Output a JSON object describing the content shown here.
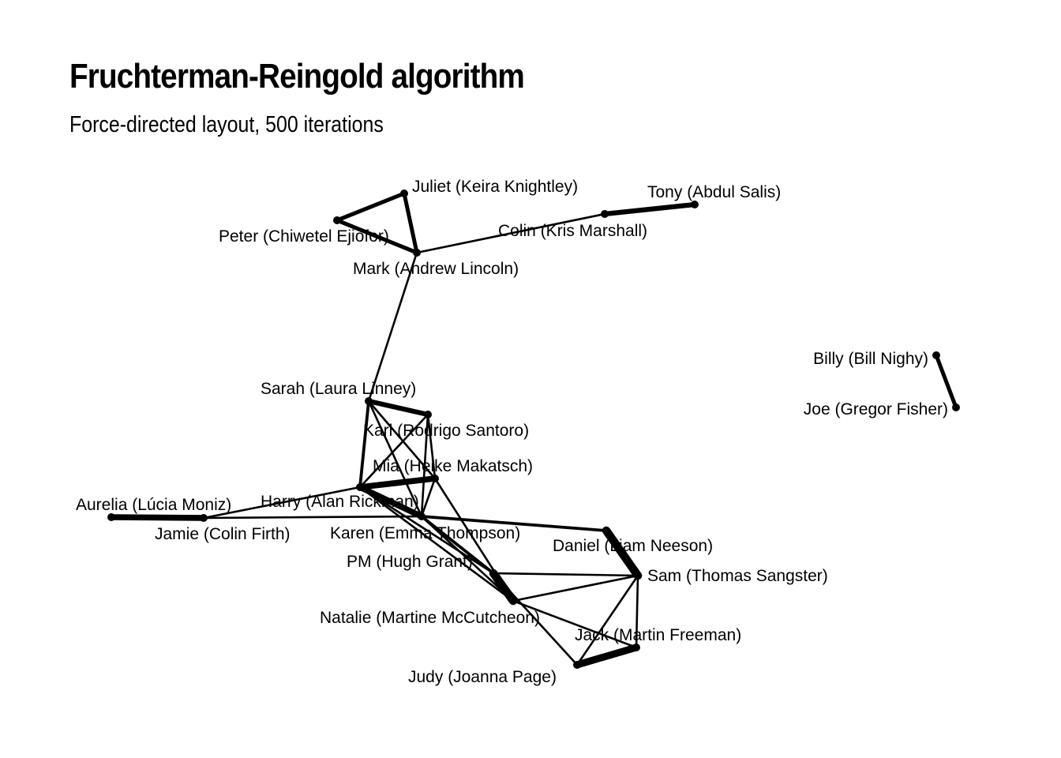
{
  "title": "Fruchterman-Reingold algorithm",
  "subtitle": "Force-directed layout, 500 iterations",
  "nodes": [
    {
      "id": "juliet",
      "label": "Juliet (Keira Knightley)"
    },
    {
      "id": "peter",
      "label": "Peter (Chiwetel Ejiofor)"
    },
    {
      "id": "mark",
      "label": "Mark (Andrew Lincoln)"
    },
    {
      "id": "colin",
      "label": "Colin (Kris Marshall)"
    },
    {
      "id": "tony",
      "label": "Tony (Abdul Salis)"
    },
    {
      "id": "billy",
      "label": "Billy (Bill Nighy)"
    },
    {
      "id": "joe",
      "label": "Joe (Gregor Fisher)"
    },
    {
      "id": "sarah",
      "label": "Sarah (Laura Linney)"
    },
    {
      "id": "karl",
      "label": "Karl (Rodrigo Santoro)"
    },
    {
      "id": "mia",
      "label": "Mia (Heike Makatsch)"
    },
    {
      "id": "harry",
      "label": "Harry (Alan Rickman)"
    },
    {
      "id": "aurelia",
      "label": "Aurelia (Lúcia Moniz)"
    },
    {
      "id": "jamie",
      "label": "Jamie (Colin Firth)"
    },
    {
      "id": "karen",
      "label": "Karen (Emma Thompson)"
    },
    {
      "id": "daniel",
      "label": "Daniel (Liam Neeson)"
    },
    {
      "id": "pm",
      "label": "PM (Hugh Grant)"
    },
    {
      "id": "sam",
      "label": "Sam (Thomas Sangster)"
    },
    {
      "id": "natalie",
      "label": "Natalie (Martine McCutcheon)"
    },
    {
      "id": "jack",
      "label": "Jack (Martin Freeman)"
    },
    {
      "id": "judy",
      "label": "Judy (Joanna Page)"
    }
  ],
  "edges": [
    {
      "source": "juliet",
      "target": "peter",
      "weight": 3
    },
    {
      "source": "juliet",
      "target": "mark",
      "weight": 3
    },
    {
      "source": "peter",
      "target": "mark",
      "weight": 3
    },
    {
      "source": "mark",
      "target": "colin",
      "weight": 1
    },
    {
      "source": "mark",
      "target": "sarah",
      "weight": 1
    },
    {
      "source": "colin",
      "target": "tony",
      "weight": 4
    },
    {
      "source": "billy",
      "target": "joe",
      "weight": 3
    },
    {
      "source": "sarah",
      "target": "karl",
      "weight": 4
    },
    {
      "source": "sarah",
      "target": "harry",
      "weight": 2
    },
    {
      "source": "sarah",
      "target": "mia",
      "weight": 1
    },
    {
      "source": "sarah",
      "target": "karen",
      "weight": 1
    },
    {
      "source": "karl",
      "target": "harry",
      "weight": 1
    },
    {
      "source": "karl",
      "target": "mia",
      "weight": 1
    },
    {
      "source": "karl",
      "target": "karen",
      "weight": 1
    },
    {
      "source": "mia",
      "target": "harry",
      "weight": 5
    },
    {
      "source": "mia",
      "target": "karen",
      "weight": 1
    },
    {
      "source": "mia",
      "target": "natalie",
      "weight": 1
    },
    {
      "source": "harry",
      "target": "karen",
      "weight": 5
    },
    {
      "source": "harry",
      "target": "jamie",
      "weight": 1
    },
    {
      "source": "harry",
      "target": "pm",
      "weight": 1
    },
    {
      "source": "harry",
      "target": "natalie",
      "weight": 1
    },
    {
      "source": "aurelia",
      "target": "jamie",
      "weight": 5
    },
    {
      "source": "jamie",
      "target": "karen",
      "weight": 1
    },
    {
      "source": "karen",
      "target": "daniel",
      "weight": 2
    },
    {
      "source": "karen",
      "target": "pm",
      "weight": 2
    },
    {
      "source": "karen",
      "target": "natalie",
      "weight": 1
    },
    {
      "source": "daniel",
      "target": "sam",
      "weight": 7
    },
    {
      "source": "pm",
      "target": "natalie",
      "weight": 7
    },
    {
      "source": "pm",
      "target": "sam",
      "weight": 1
    },
    {
      "source": "pm",
      "target": "judy",
      "weight": 1
    },
    {
      "source": "natalie",
      "target": "sam",
      "weight": 1
    },
    {
      "source": "natalie",
      "target": "jack",
      "weight": 1
    },
    {
      "source": "sam",
      "target": "jack",
      "weight": 1
    },
    {
      "source": "sam",
      "target": "judy",
      "weight": 1
    },
    {
      "source": "jack",
      "target": "judy",
      "weight": 6
    }
  ]
}
